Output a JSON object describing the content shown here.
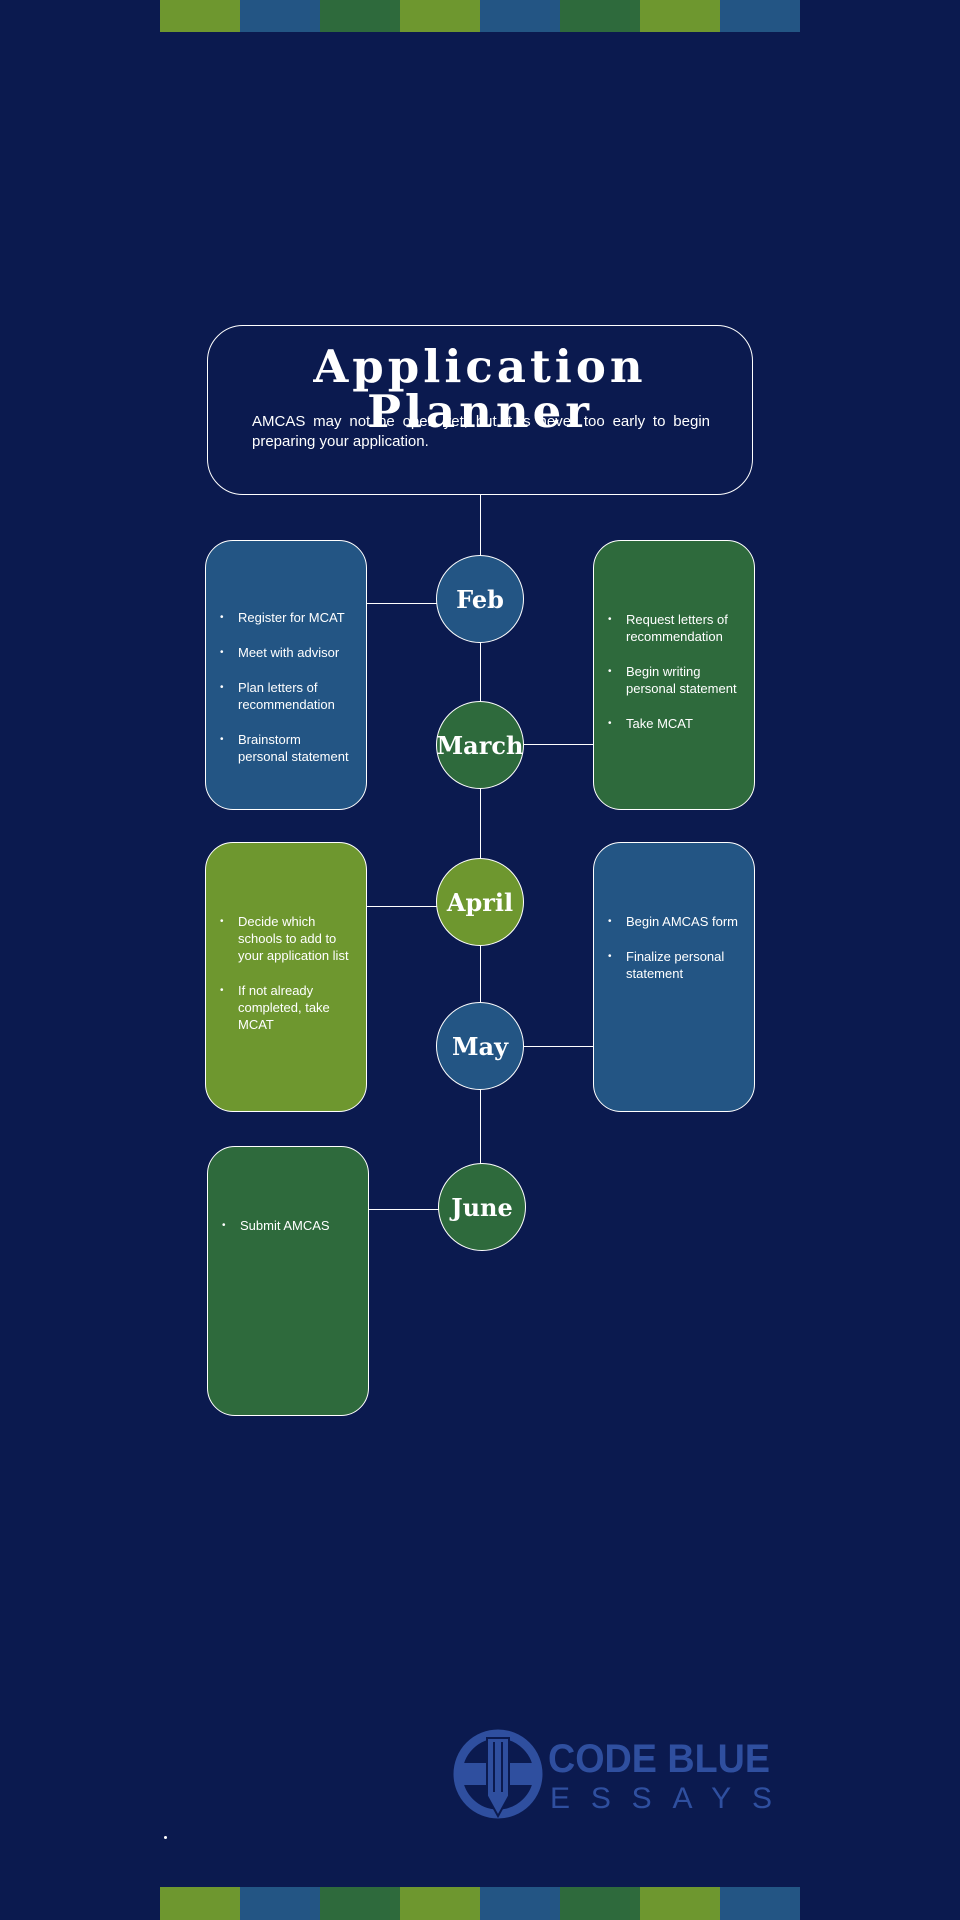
{
  "colors": {
    "background": "#0b1a4f",
    "navy_blue": "#235584",
    "dark_green": "#2e6a3c",
    "lime_green": "#6e972f",
    "logo_blue": "#2f4f9f"
  },
  "stripe": [
    "#6e972f",
    "#235584",
    "#2e6a3c",
    "#6e972f",
    "#235584",
    "#2e6a3c",
    "#6e972f",
    "#235584"
  ],
  "header": {
    "title": "Application Planner",
    "subtitle": "AMCAS may not be open yet, but it is never too early to begin preparing your application."
  },
  "months": {
    "feb": "Feb",
    "march": "March",
    "april": "April",
    "may": "May",
    "june": "June"
  },
  "cards": {
    "feb": [
      "Register for MCAT",
      "Meet with advisor",
      "Plan letters of recommendation",
      "Brainstorm personal statement"
    ],
    "march": [
      "Request letters of recommendation",
      "Begin writing personal statement",
      "Take MCAT"
    ],
    "april": [
      "Decide which schools to add to your application list",
      "If not already completed, take MCAT"
    ],
    "may": [
      "Begin AMCAS form",
      "Finalize personal statement"
    ],
    "june": [
      "Submit AMCAS"
    ]
  },
  "logo": {
    "line1": "CODE BLUE",
    "line2": "ESSAYS"
  }
}
